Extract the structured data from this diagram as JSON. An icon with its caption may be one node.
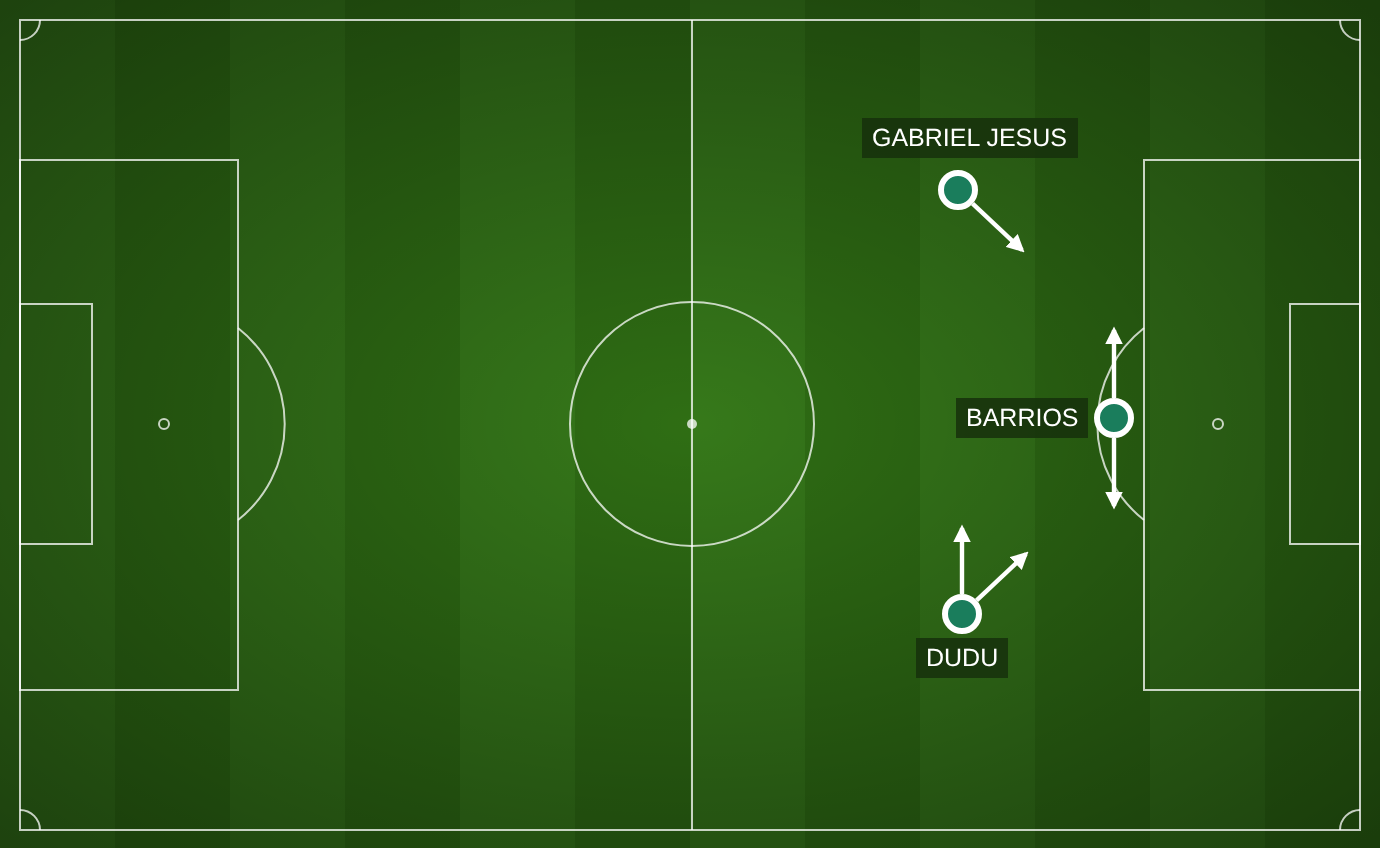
{
  "diagram": {
    "nodes": [
      {
        "text": [],
        "shape": "circle",
        "beside": [
          "GABRIEL JESUS"
        ]
      },
      {
        "text": [],
        "shape": "circle",
        "beside": [
          "BARRIOS"
        ]
      },
      {
        "text": [],
        "shape": "circle",
        "beside": [
          "DUDU"
        ]
      }
    ],
    "edges": [
      {
        "from": 0,
        "to": null,
        "arrow": "to"
      },
      {
        "from": 1,
        "to": null,
        "arrow": "to"
      },
      {
        "from": 1,
        "to": null,
        "arrow": "to"
      },
      {
        "from": 2,
        "to": null,
        "arrow": "to"
      },
      {
        "from": 2,
        "to": null,
        "arrow": "to"
      }
    ]
  }
}
